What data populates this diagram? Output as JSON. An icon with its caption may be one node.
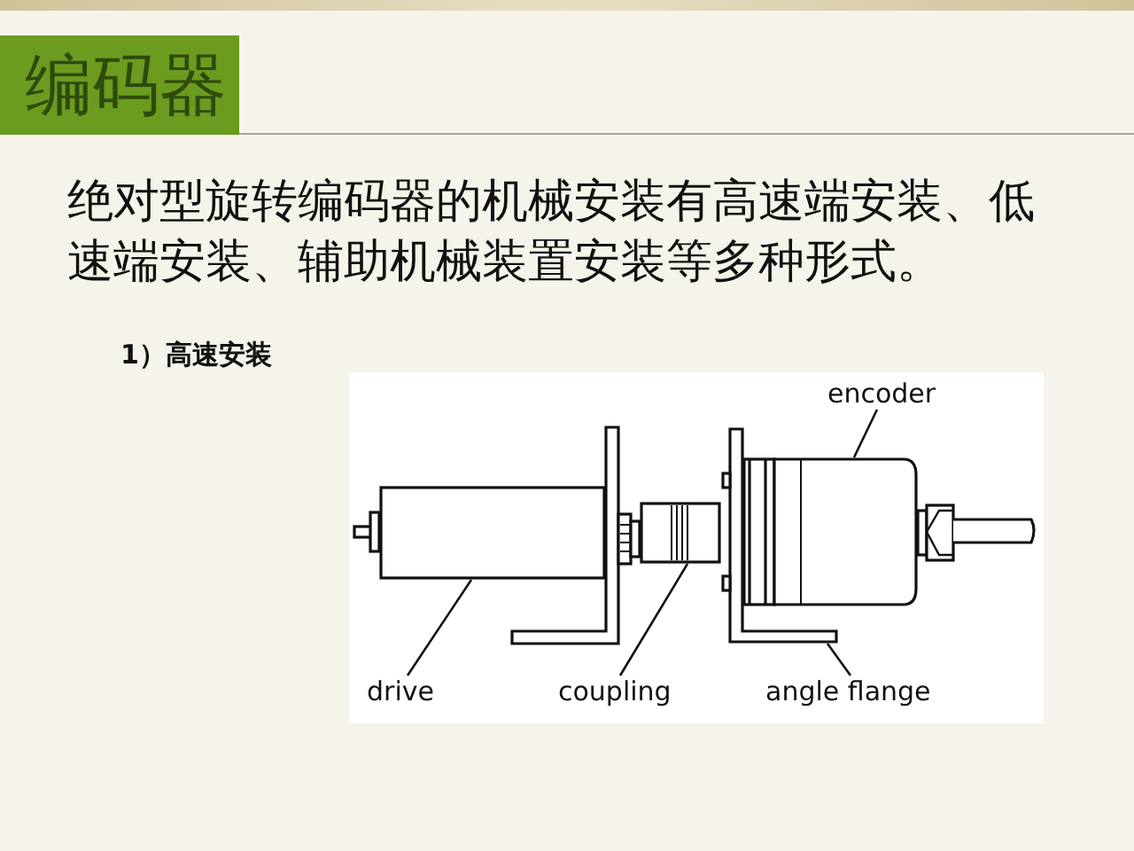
{
  "diagram": {
    "title": "编码器",
    "nodes": [
      {
        "text": [
          "encoder"
        ]
      },
      {
        "text": [
          "drive"
        ]
      },
      {
        "text": [
          "coupling"
        ]
      },
      {
        "text": [
          "angle flange"
        ]
      },
      {
        "text": [],
        "shape": "cylinder"
      },
      {
        "text": [],
        "shape": "cylinder"
      },
      {
        "text": [],
        "shape": "cylinder"
      },
      {
        "text": [],
        "shape": "bar"
      }
    ],
    "edges": [
      {
        "from": 0,
        "to": 6,
        "arrow": "none"
      },
      {
        "from": 1,
        "to": 4,
        "arrow": "none"
      },
      {
        "from": 2,
        "to": 5,
        "arrow": "none"
      },
      {
        "from": 3,
        "to": 7,
        "arrow": "none"
      }
    ],
    "labels": [
      "绝对型旋转编码器的机械安装有高速端安装、低速端安装、辅助机械装置安装等多种形式。",
      "1）高速安装"
    ]
  }
}
